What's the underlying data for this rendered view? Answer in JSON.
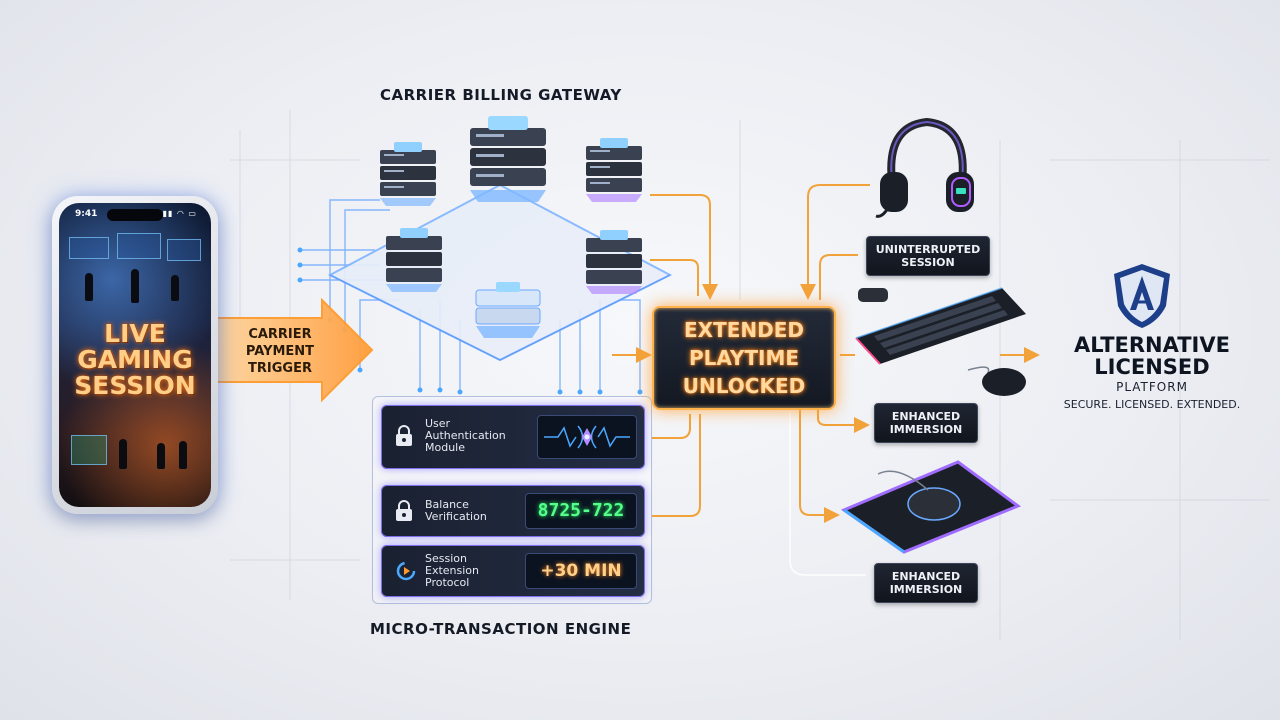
{
  "titles": {
    "gateway": "CARRIER BILLING GATEWAY",
    "engine": "MICRO-TRANSACTION ENGINE"
  },
  "phone": {
    "label_lines": [
      "LIVE",
      "GAMING",
      "SESSION"
    ]
  },
  "arrow": {
    "label_lines": [
      "CARRIER",
      "PAYMENT",
      "TRIGGER"
    ]
  },
  "modules": [
    {
      "name": "user-authentication-module",
      "label_lines": [
        "User",
        "Authentication",
        "Module"
      ],
      "icon": "lock-icon",
      "readout": "",
      "readout_type": "waveform"
    },
    {
      "name": "balance-verification",
      "label_lines": [
        "Balance",
        "Verification"
      ],
      "icon": "lock-icon",
      "readout": "8725-722",
      "readout_type": "digits"
    },
    {
      "name": "session-extension-protocol",
      "label_lines": [
        "Session",
        "Extension",
        "Protocol"
      ],
      "icon": "refresh-icon",
      "readout": "+30 MIN",
      "readout_type": "text"
    }
  ],
  "center": {
    "lines": [
      "EXTENDED",
      "PLAYTIME",
      "UNLOCKED"
    ]
  },
  "outcomes": [
    {
      "name": "uninterrupted-session",
      "lines": [
        "UNINTERRUPTED",
        "SESSION"
      ],
      "device": "headset-icon"
    },
    {
      "name": "enhanced-immersion-keyboard",
      "lines": [
        "ENHANCED",
        "IMMERSION"
      ],
      "device": "keyboard-icon"
    },
    {
      "name": "enhanced-immersion-mousepad",
      "lines": [
        "ENHANCED",
        "IMMERSION"
      ],
      "device": "mousepad-icon"
    }
  ],
  "platform": {
    "title_lines": [
      "ALTERNATIVE",
      "LICENSED"
    ],
    "subtitle": "PLATFORM",
    "tagline": "SECURE. LICENSED. EXTENDED.",
    "icon": "shield-a-logo"
  },
  "colors": {
    "accent_orange": "#ffb14a",
    "accent_blue": "#4aa8ff",
    "accent_violet": "#8a6cff",
    "wire_orange": "#f2a23a",
    "panel_dark": "#1a2131"
  }
}
